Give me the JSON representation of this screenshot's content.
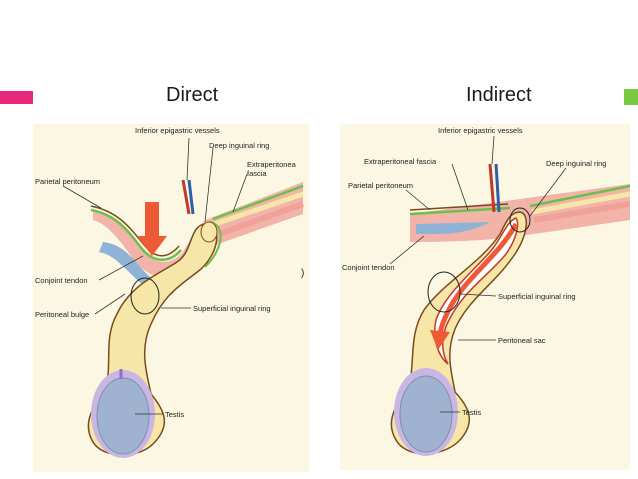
{
  "colors": {
    "left_accent": "#e8287a",
    "right_accent": "#7ac943",
    "panel_bg": "#fbf7e3",
    "cord_fill": "#f6e7a8",
    "cord_outline": "#7a4a1e",
    "green_layer": "#6cbf4a",
    "pink_layer": "#f0a29a",
    "blue_layer": "#8fb3d6",
    "arrow": "#ee5a36",
    "testis": "#9fb2cf",
    "testis_rim": "#9a6cc2"
  },
  "direct": {
    "title": "Direct",
    "labels": {
      "inferior_epigastric": "Inferior epigastric vessels",
      "deep_ring": "Deep inguinal ring",
      "extraperitoneal": "Extraperitonea\nfascia",
      "parietal": "Parietal peritoneum",
      "conjoint": "Conjoint tendon",
      "bulge": "Peritoneal bulge",
      "superficial": "Superficial inguinal ring",
      "testis": "Testis"
    },
    "stray_mark": ")"
  },
  "indirect": {
    "title": "Indirect",
    "labels": {
      "inferior_epigastric": "Inferior epigastric vessels",
      "extraperitoneal": "Extraperitoneal fascia",
      "deep_ring": "Deep inguinal ring",
      "parietal": "Parietal peritoneum",
      "conjoint": "Conjoint tendon",
      "superficial": "Superficial inguinal ring",
      "sac": "Peritoneal sac",
      "testis": "Testis"
    }
  }
}
